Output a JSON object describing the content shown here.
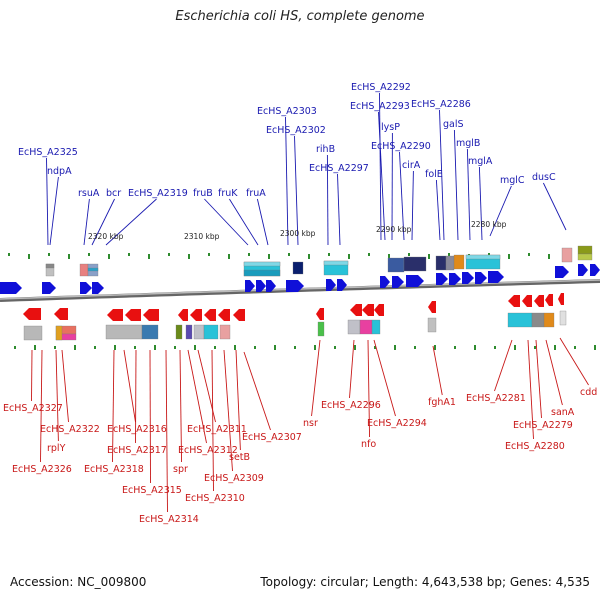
{
  "title": "Escherichia coli HS, complete genome",
  "footer": {
    "accession": "Accession: NC_009800",
    "topology": "Topology: circular; Length: 4,643,538 bp; Genes: 4,535"
  },
  "colors": {
    "forward_gene": "#1010d8",
    "reverse_gene": "#e81010",
    "forward_label": "#1a1ab0",
    "reverse_label": "#c81818",
    "backbone": "#808080",
    "tick": "#2e8b2e"
  },
  "kbp_labels": [
    "2320 kbp",
    "2310 kbp",
    "2300 kbp",
    "2290 kbp",
    "2280 kbp"
  ],
  "top_labels": [
    {
      "text": "EcHS_A2325"
    },
    {
      "text": "ndpA"
    },
    {
      "text": "rsuA"
    },
    {
      "text": "bcr"
    },
    {
      "text": "EcHS_A2319"
    },
    {
      "text": "fruB"
    },
    {
      "text": "fruK"
    },
    {
      "text": "fruA"
    },
    {
      "text": "EcHS_A2303"
    },
    {
      "text": "EcHS_A2302"
    },
    {
      "text": "rihB"
    },
    {
      "text": "EcHS_A2297"
    },
    {
      "text": "EcHS_A2292"
    },
    {
      "text": "EcHS_A2293"
    },
    {
      "text": "lysP"
    },
    {
      "text": "EcHS_A2290"
    },
    {
      "text": "cirA"
    },
    {
      "text": "EcHS_A2286"
    },
    {
      "text": "folE"
    },
    {
      "text": "galS"
    },
    {
      "text": "mglB"
    },
    {
      "text": "mglA"
    },
    {
      "text": "mglC"
    },
    {
      "text": "dusC"
    }
  ],
  "bottom_labels": [
    {
      "text": "EcHS_A2327"
    },
    {
      "text": "EcHS_A2322"
    },
    {
      "text": "rplY"
    },
    {
      "text": "EcHS_A2326"
    },
    {
      "text": "EcHS_A2316"
    },
    {
      "text": "EcHS_A2317"
    },
    {
      "text": "EcHS_A2318"
    },
    {
      "text": "EcHS_A2315"
    },
    {
      "text": "EcHS_A2314"
    },
    {
      "text": "spr"
    },
    {
      "text": "EcHS_A2311"
    },
    {
      "text": "EcHS_A2312"
    },
    {
      "text": "EcHS_A2310"
    },
    {
      "text": "EcHS_A2309"
    },
    {
      "text": "setB"
    },
    {
      "text": "EcHS_A2307"
    },
    {
      "text": "nsr"
    },
    {
      "text": "EcHS_A2296"
    },
    {
      "text": "nfo"
    },
    {
      "text": "EcHS_A2294"
    },
    {
      "text": "fghA1"
    },
    {
      "text": "EcHS_A2281"
    },
    {
      "text": "EcHS_A2279"
    },
    {
      "text": "EcHS_A2280"
    },
    {
      "text": "sanA"
    },
    {
      "text": "cdd"
    }
  ]
}
